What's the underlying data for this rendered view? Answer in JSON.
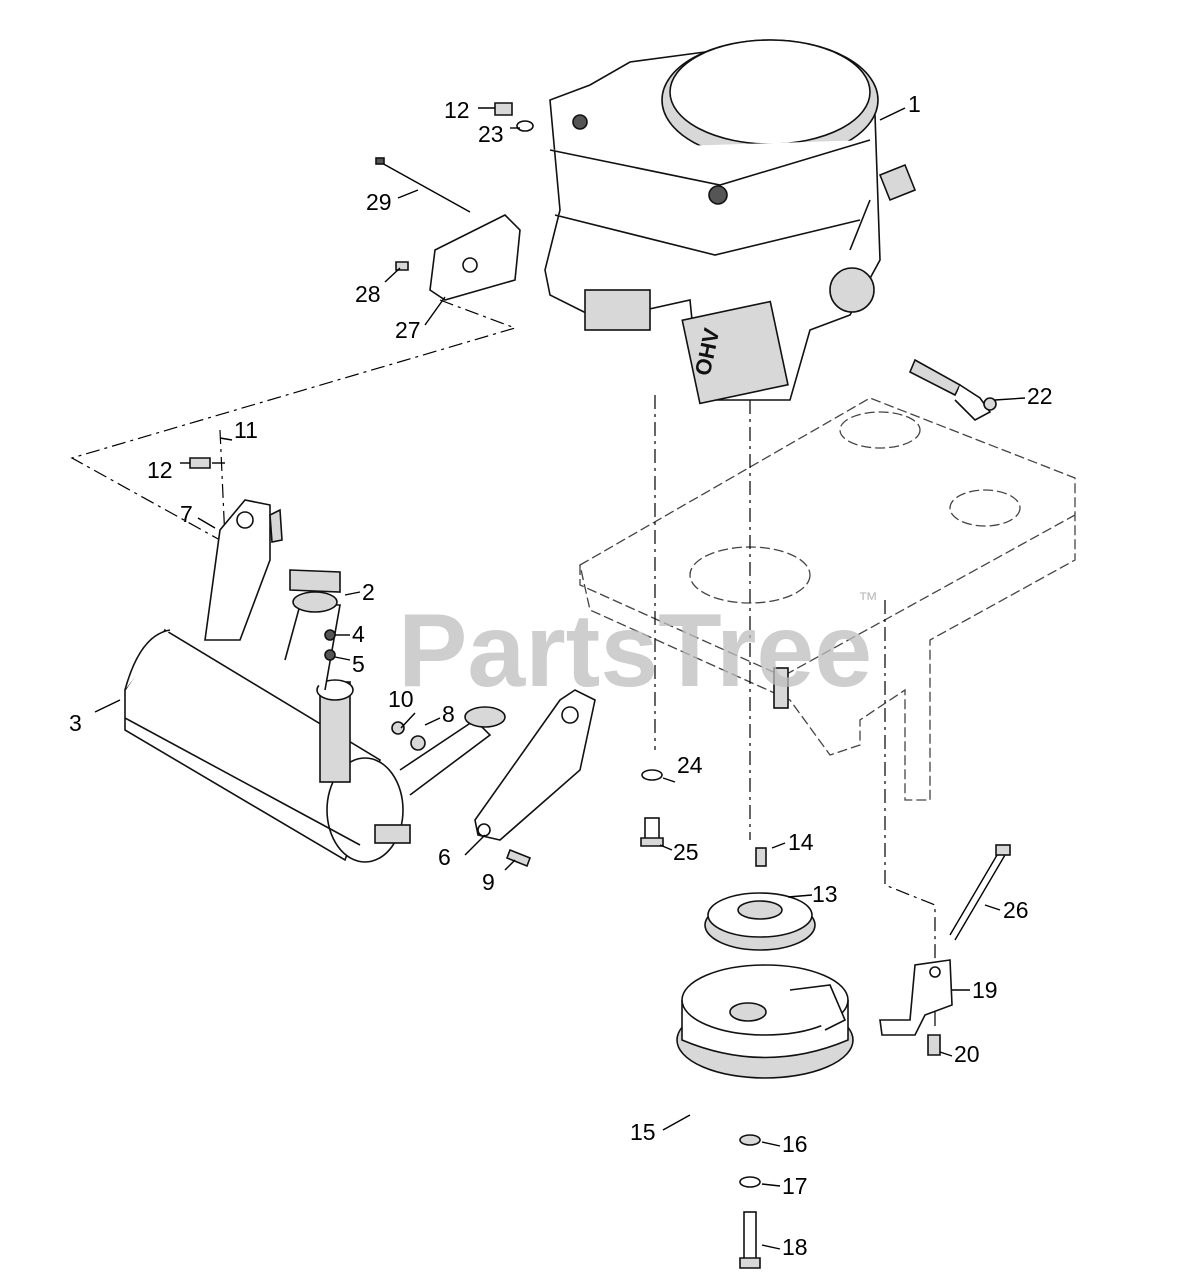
{
  "watermark": {
    "text": "PartsTree",
    "trademark": "™"
  },
  "callouts": [
    "1",
    "2",
    "3",
    "4",
    "5",
    "6",
    "7",
    "8",
    "9",
    "10",
    "11",
    "12",
    "12",
    "13",
    "14",
    "15",
    "16",
    "17",
    "18",
    "19",
    "20",
    "22",
    "23",
    "24",
    "25",
    "26",
    "27",
    "28",
    "29"
  ]
}
